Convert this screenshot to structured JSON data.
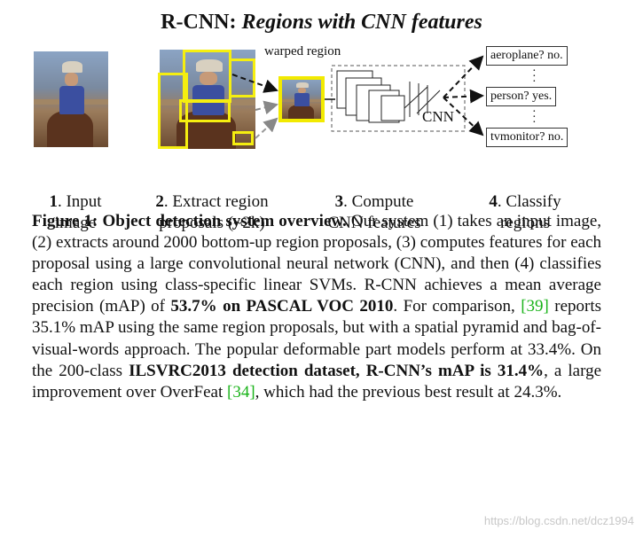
{
  "figure": {
    "title_bold": "R-CNN:",
    "title_italic": "Regions with CNN features",
    "warped_label": "warped region",
    "cnn_label": "CNN",
    "outputs": [
      "aeroplane? no.",
      "person? yes.",
      "tvmonitor? no."
    ],
    "steps": [
      {
        "num": "1",
        "line1": ". Input",
        "line2": "image"
      },
      {
        "num": "2",
        "line1": ". Extract region",
        "line2": "proposals (~2k)"
      },
      {
        "num": "3",
        "line1": ". Compute",
        "line2": "CNN features"
      },
      {
        "num": "4",
        "line1": ". Classify",
        "line2": "regions"
      }
    ],
    "colors": {
      "proposal_box": "#f5ee10",
      "citation": "#19b319"
    }
  },
  "caption": {
    "label": "Figure 1:",
    "heading": "Object detection system overview.",
    "t1": "Our system (1) takes an input image, (2) extracts around 2000 bottom-up region proposals, (3) computes features for each proposal using a large convolutional neural network (CNN), and then (4) classifies each region using class-specific linear SVMs. R-CNN achieves a mean average precision (mAP) of",
    "b1": "53.7% on PASCAL VOC 2010",
    "t2": ". For comparison,",
    "cite1": "[39]",
    "t3": "reports 35.1% mAP using the same region proposals, but with a spatial pyramid and bag-of-visual-words approach. The popular deformable part models perform at 33.4%. On the 200-class",
    "b2": "ILSVRC2013 detection dataset, R-CNN’s mAP is 31.4%",
    "t4": ", a large improvement over OverFeat",
    "cite2": "[34]",
    "t5": ", which had the previous best result at 24.3%."
  },
  "watermark": "https://blog.csdn.net/dcz1994"
}
